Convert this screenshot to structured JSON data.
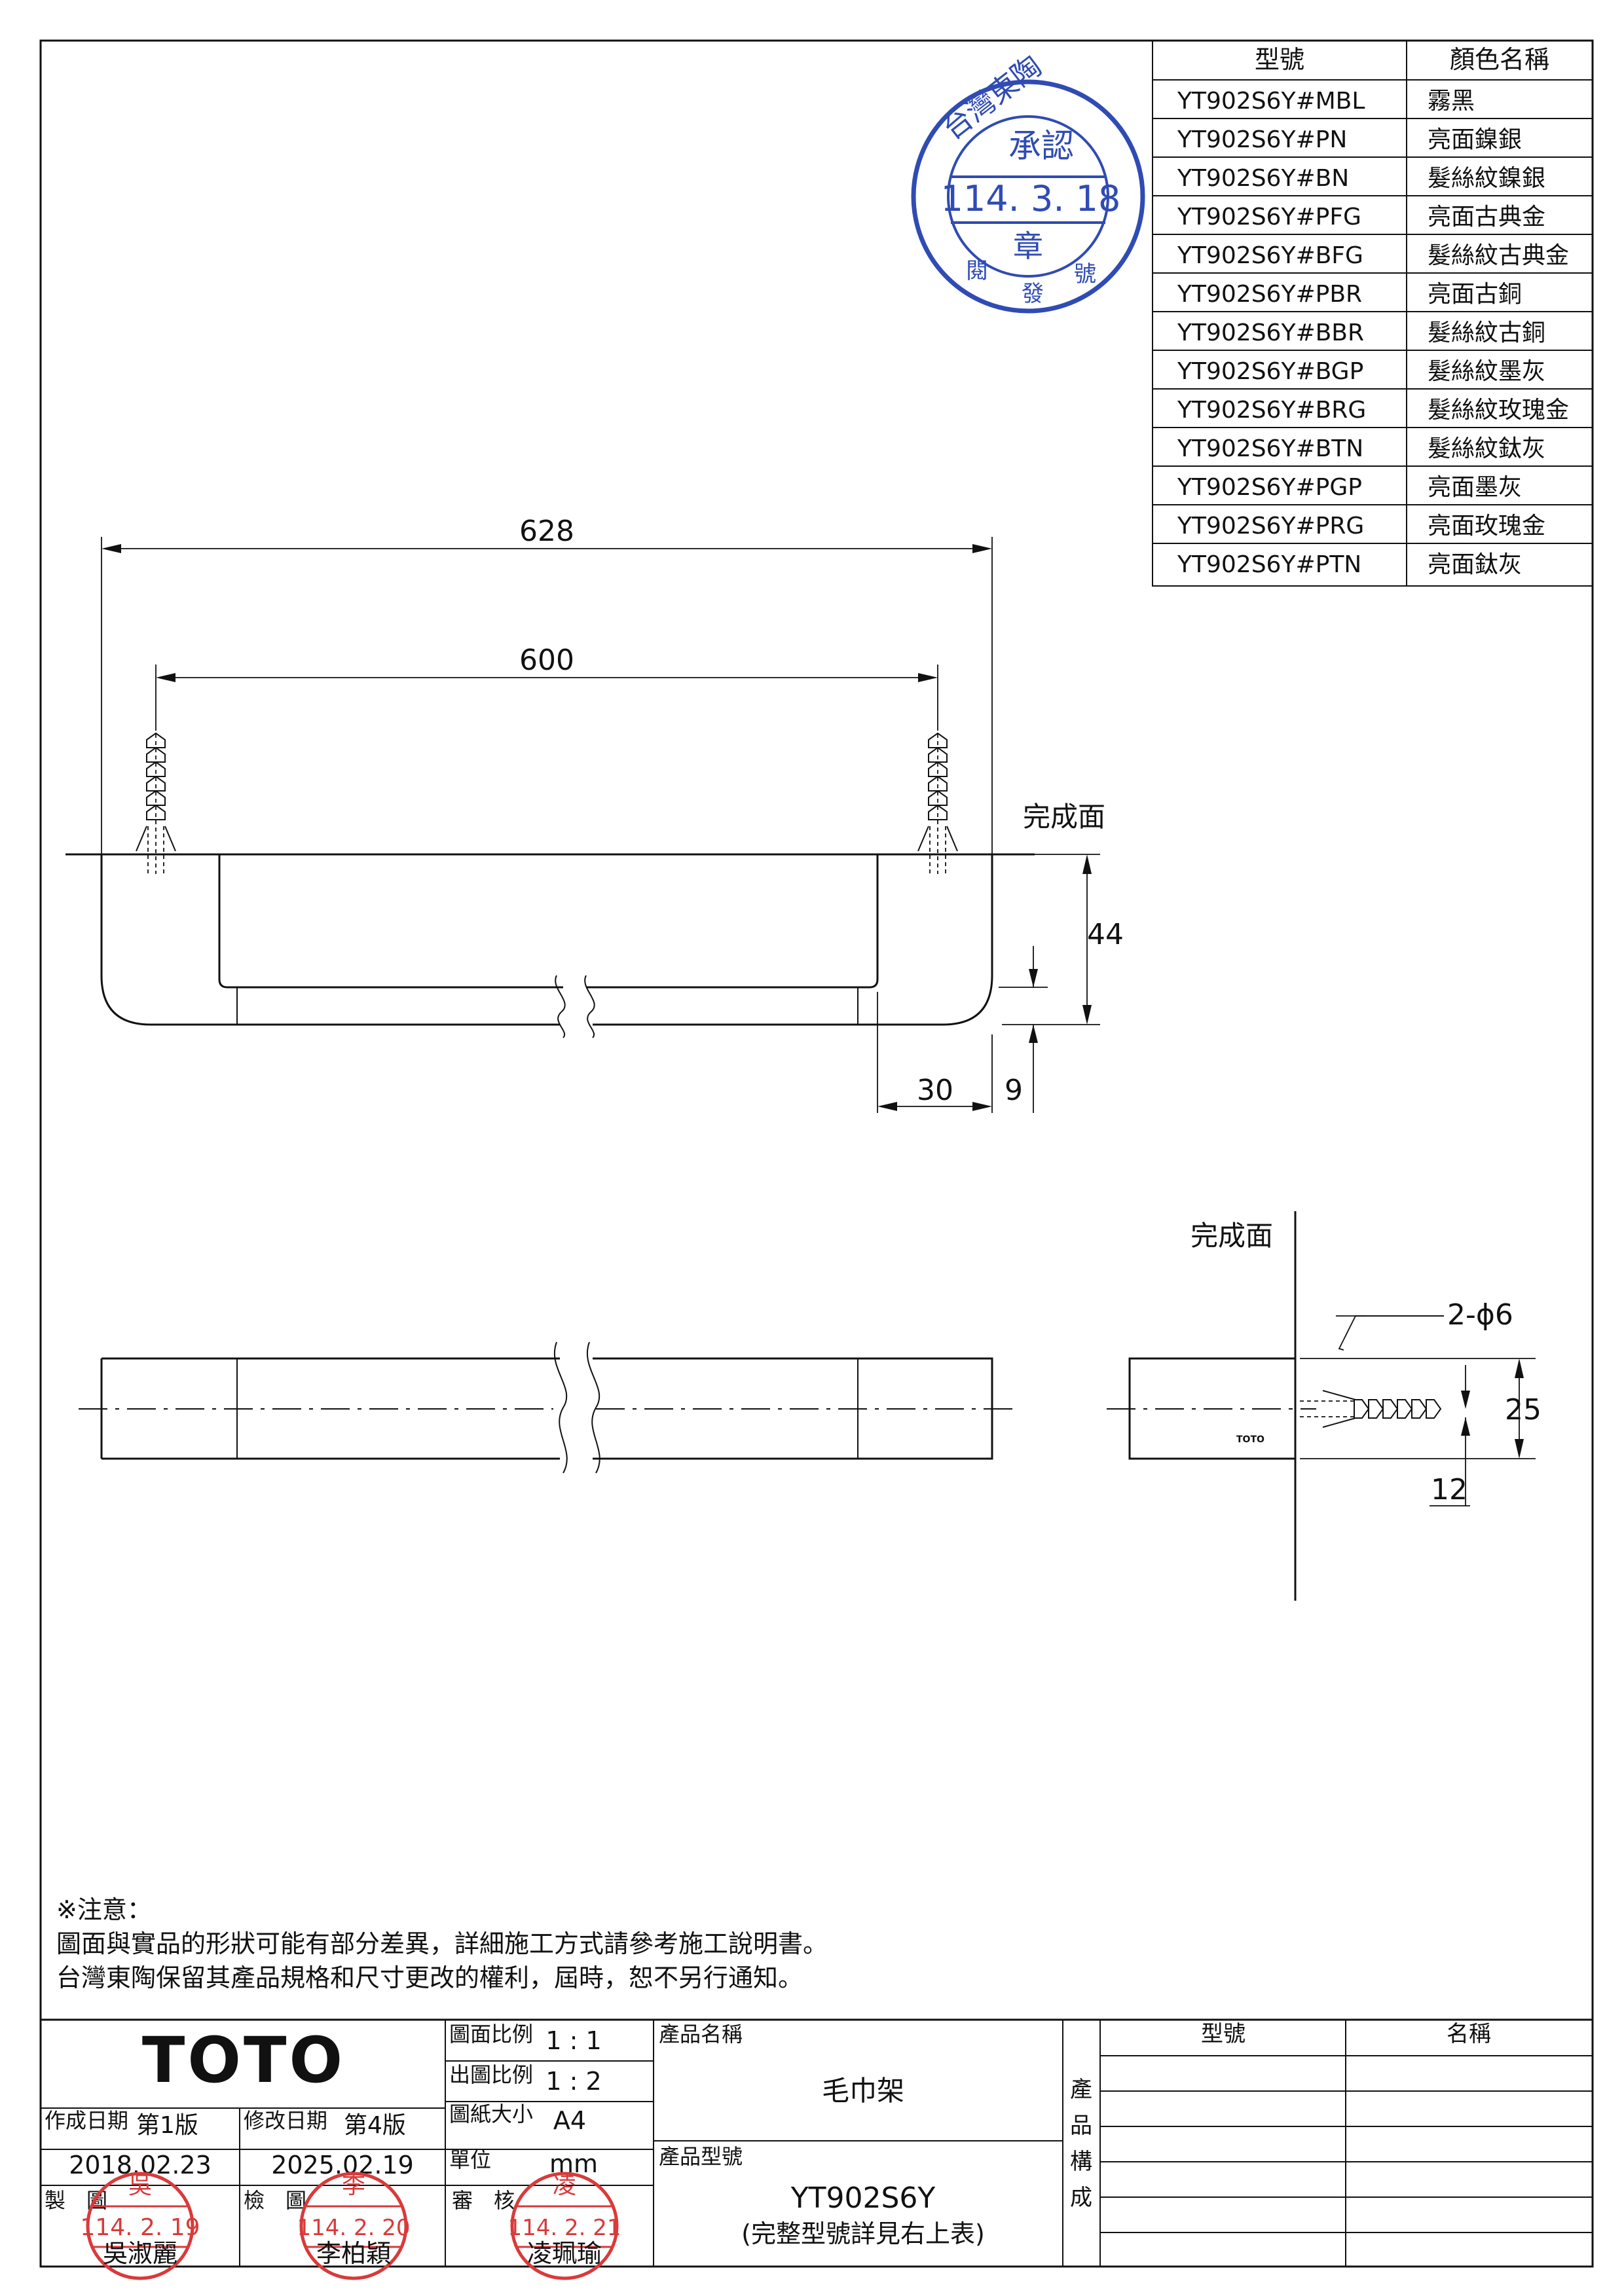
{
  "model_table": {
    "headers": [
      "型號",
      "顏色名稱"
    ],
    "rows": [
      [
        "YT902S6Y#MBL",
        "霧黑"
      ],
      [
        "YT902S6Y#PN",
        "亮面鎳銀"
      ],
      [
        "YT902S6Y#BN",
        "髮絲紋鎳銀"
      ],
      [
        "YT902S6Y#PFG",
        "亮面古典金"
      ],
      [
        "YT902S6Y#BFG",
        "髮絲紋古典金"
      ],
      [
        "YT902S6Y#PBR",
        "亮面古銅"
      ],
      [
        "YT902S6Y#BBR",
        "髮絲紋古銅"
      ],
      [
        "YT902S6Y#BGP",
        "髮絲紋墨灰"
      ],
      [
        "YT902S6Y#BRG",
        "髮絲紋玫瑰金"
      ],
      [
        "YT902S6Y#BTN",
        "髮絲紋鈦灰"
      ],
      [
        "YT902S6Y#PGP",
        "亮面墨灰"
      ],
      [
        "YT902S6Y#PRG",
        "亮面玫瑰金"
      ],
      [
        "YT902S6Y#PTN",
        "亮面鈦灰"
      ]
    ]
  },
  "approval_stamp": {
    "date": "114. 3. 18",
    "ring_text": "台灣東陶",
    "top_text": "承認",
    "center_char": "章",
    "bottom_left": "閱",
    "bottom_mid": "發",
    "bottom_right": "號"
  },
  "drawing": {
    "dim_overall": "628",
    "dim_centers": "600",
    "label_surface_front": "完成面",
    "dim_height": "44",
    "dim_30": "30",
    "dim_9": "9",
    "label_surface_side": "完成面",
    "dim_holes": "2-ϕ6",
    "dim_25": "25",
    "dim_12": "12",
    "engraving": "TOTO"
  },
  "notes": {
    "title": "※注意：",
    "line1": "圖面與實品的形狀可能有部分差異，詳細施工方式請參考施工說明書。",
    "line2": "台灣東陶保留其產品規格和尺寸更改的權利，屆時，恕不另行通知。"
  },
  "title_block": {
    "logo": "TOTO",
    "created_label": "作成日期",
    "created_version": "第1版",
    "created_date": "2018.02.23",
    "modified_label": "修改日期",
    "modified_version": "第4版",
    "modified_date": "2025.02.19",
    "scale_label": "圖面比例",
    "scale_value": "1 : 1",
    "print_scale_label": "出圖比例",
    "print_scale_value": "1 : 2",
    "paper_label": "圖紙大小",
    "paper_value": "A4",
    "unit_label": "單位",
    "unit_value": "mm",
    "product_name_label": "產品名稱",
    "product_name": "毛巾架",
    "product_model_label": "產品型號",
    "product_model": "YT902S6Y",
    "product_model_note": "(完整型號詳見右上表)",
    "drawn_label": "製　圖",
    "drawn_date": "114. 2. 19",
    "drawn_name": "吳淑麗",
    "checked_label": "檢　圖",
    "checked_date": "114. 2. 20",
    "checked_name": "李柏穎",
    "approved_label": "審　核",
    "approved_date": "114. 2. 21",
    "approved_name": "凌珮瑜",
    "composition_label": [
      "產",
      "品",
      "構",
      "成"
    ],
    "composition_headers": [
      "型號",
      "名稱"
    ],
    "drawn_seal_char": "吳",
    "checked_seal_char": "李",
    "approved_seal_char": "凌"
  },
  "colors": {
    "line": "#111111",
    "stamp_blue": "#2f4bb4",
    "stamp_red": "#d93a3a"
  }
}
